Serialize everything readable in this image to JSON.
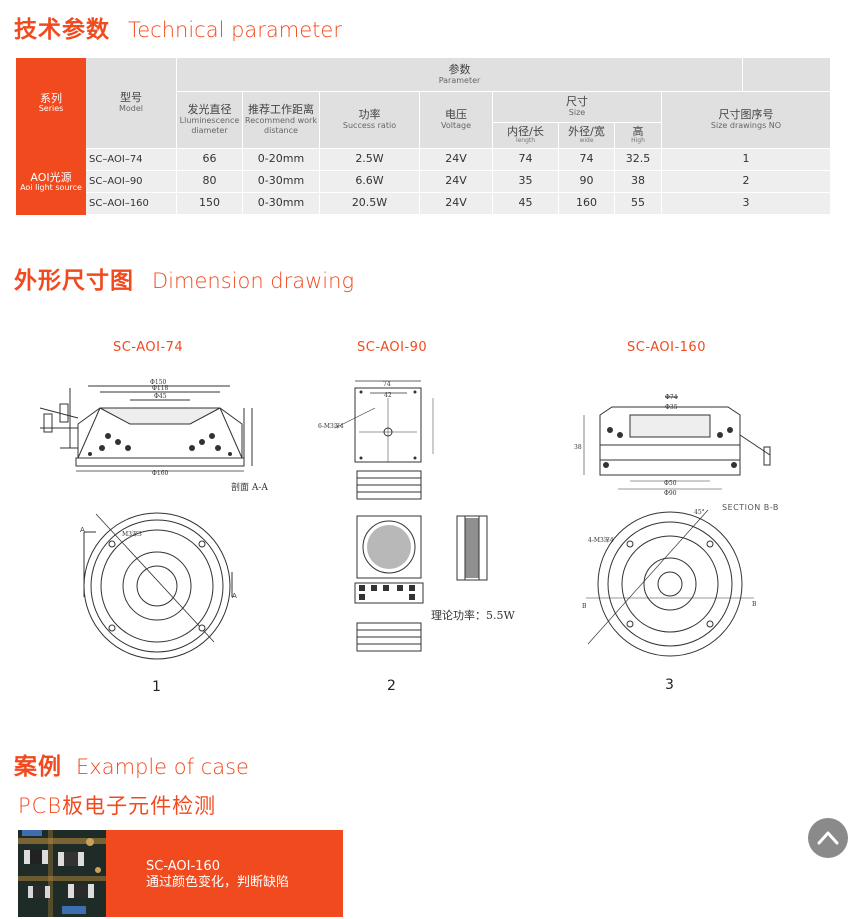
{
  "sections": {
    "tech": {
      "zh": "技术参数",
      "en": "Technical parameter"
    },
    "dimension": {
      "zh": "外形尺寸图",
      "en": "Dimension drawing"
    },
    "case": {
      "zh": "案例",
      "en": "Example of case"
    }
  },
  "table": {
    "header": {
      "series_zh": "系列",
      "series_en": "Series",
      "model_zh": "型号",
      "model_en": "Model",
      "param_zh": "参数",
      "param_en": "Parameter",
      "diam_zh": "发光直径",
      "diam_en1": "Lluminescence",
      "diam_en2": "diameter",
      "dist_zh": "推荐工作距离",
      "dist_en1": "Recommend work",
      "dist_en2": "distance",
      "power_zh": "功率",
      "power_en": "Success ratio",
      "volt_zh": "电压",
      "volt_en": "Voltage",
      "size_zh": "尺寸",
      "size_en": "Size",
      "inner_zh": "内径/长",
      "inner_en": "length",
      "outer_zh": "外径/宽",
      "outer_en": "wide",
      "high_zh": "高",
      "high_en": "High",
      "drawno_zh": "尺寸图序号",
      "drawno_en": "Size drawings NO"
    },
    "series_name_zh": "AOI光源",
    "series_name_en": "Aoi light source",
    "rows": [
      {
        "model": "SC–AOI–74",
        "diam": "66",
        "dist": "0-20mm",
        "power": "2.5W",
        "volt": "24V",
        "inner": "74",
        "outer": "74",
        "high": "32.5",
        "no": "1"
      },
      {
        "model": "SC–AOI–90",
        "diam": "80",
        "dist": "0-30mm",
        "power": "6.6W",
        "volt": "24V",
        "inner": "35",
        "outer": "90",
        "high": "38",
        "no": "2"
      },
      {
        "model": "SC–AOI–160",
        "diam": "150",
        "dist": "0-30mm",
        "power": "20.5W",
        "volt": "24V",
        "inner": "45",
        "outer": "160",
        "high": "55",
        "no": "3"
      }
    ]
  },
  "drawings": [
    {
      "title": "SC-AOI-74",
      "number": "1",
      "section_label": "剖面 A-A",
      "dims": [
        "Φ150",
        "Φ118",
        "Φ45",
        "Φ160",
        "M3深3",
        "A",
        "A"
      ]
    },
    {
      "title": "SC-AOI-90",
      "number": "2",
      "power_label": "理论功率：5.5W",
      "dims": [
        "74",
        "42",
        "6-M3深4"
      ]
    },
    {
      "title": "SC-AOI-160",
      "number": "3",
      "section_label": "SECTION B-B",
      "dims": [
        "Φ74",
        "Φ35",
        "Φ50",
        "Φ90",
        "38",
        "4-M3深4",
        "45°",
        "B",
        "B"
      ]
    }
  ],
  "case": {
    "subtitle": "PCB板电子元件检测",
    "model": "SC-AOI-160",
    "desc": "通过颜色变化，判断缺陷",
    "icon": "pcb-photo"
  },
  "back_to_top": {
    "icon": "chevron-up-icon"
  },
  "colors": {
    "accent": "#f14a1f",
    "header_bg": "#e0e0e0",
    "row_bg": "#eeeeee"
  }
}
